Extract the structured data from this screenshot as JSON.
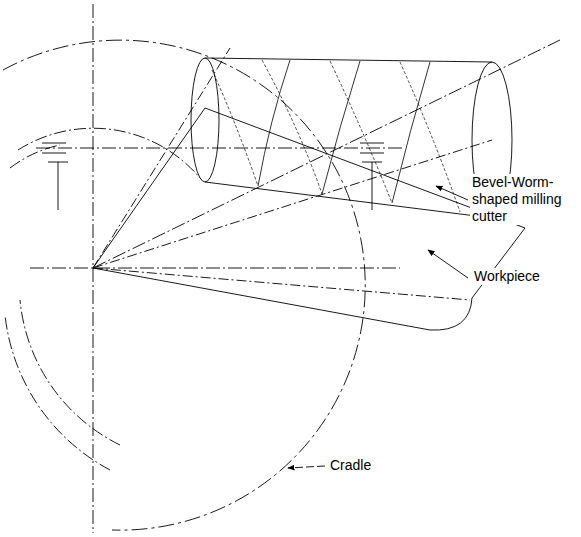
{
  "diagram": {
    "labels": [
      "Bevel-Worm-shaped milling cutter",
      "Workpiece",
      "Cradle"
    ]
  }
}
